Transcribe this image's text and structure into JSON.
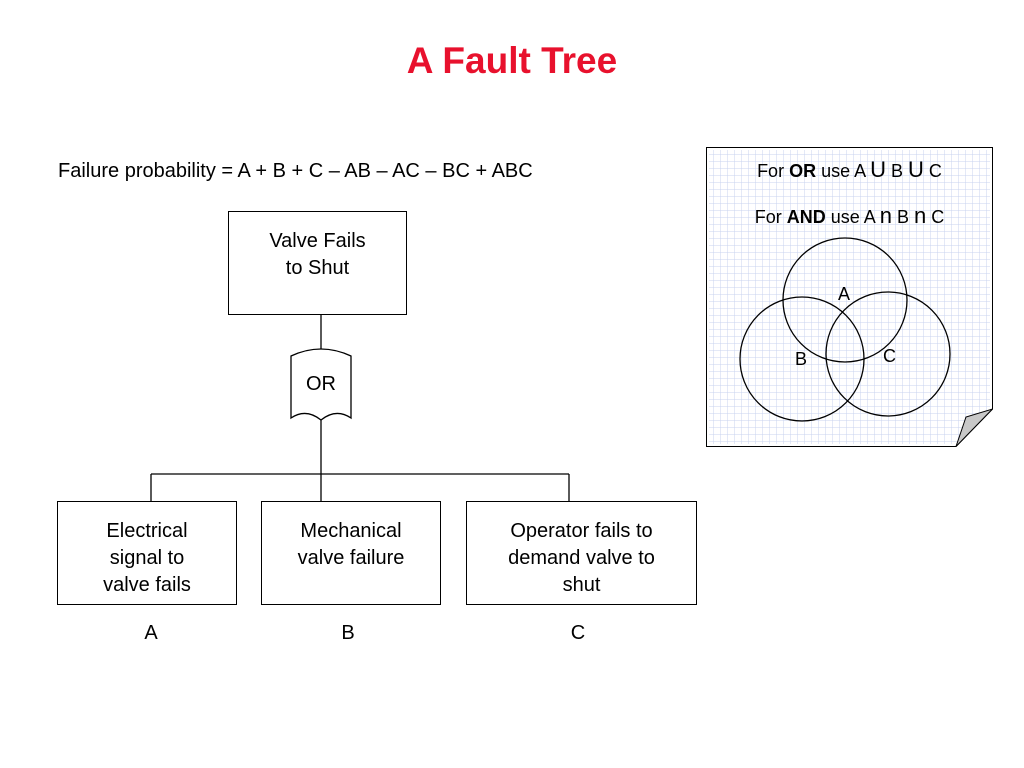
{
  "title": "A Fault Tree",
  "formula": "Failure probability = A + B + C – AB – AC – BC + ABC",
  "top_event": {
    "line1": "Valve Fails",
    "line2": "to Shut"
  },
  "gate": {
    "label": "OR"
  },
  "basic_events": [
    {
      "line1": "Electrical",
      "line2": "signal to",
      "line3": "valve fails",
      "letter": "A"
    },
    {
      "line1": "Mechanical",
      "line2": "valve failure",
      "line3": "",
      "letter": "B"
    },
    {
      "line1": "Operator fails to",
      "line2": "demand valve to",
      "line3": "shut",
      "letter": "C"
    }
  ],
  "note": {
    "or_rule": {
      "prefix": "For ",
      "keyword": "OR",
      "mid": " use A ",
      "op1": "U",
      "mid2": " B ",
      "op2": "U",
      "suffix": " C"
    },
    "and_rule": {
      "prefix": "For ",
      "keyword": "AND",
      "mid": " use A ",
      "op1": "n",
      "mid2": " B ",
      "op2": "n",
      "suffix": " C"
    },
    "venn": {
      "labels": [
        "A",
        "B",
        "C"
      ]
    }
  },
  "colors": {
    "title": "#e8112d",
    "note_grid": "#c9d3ef",
    "note_fold": "#c8c8c8"
  }
}
